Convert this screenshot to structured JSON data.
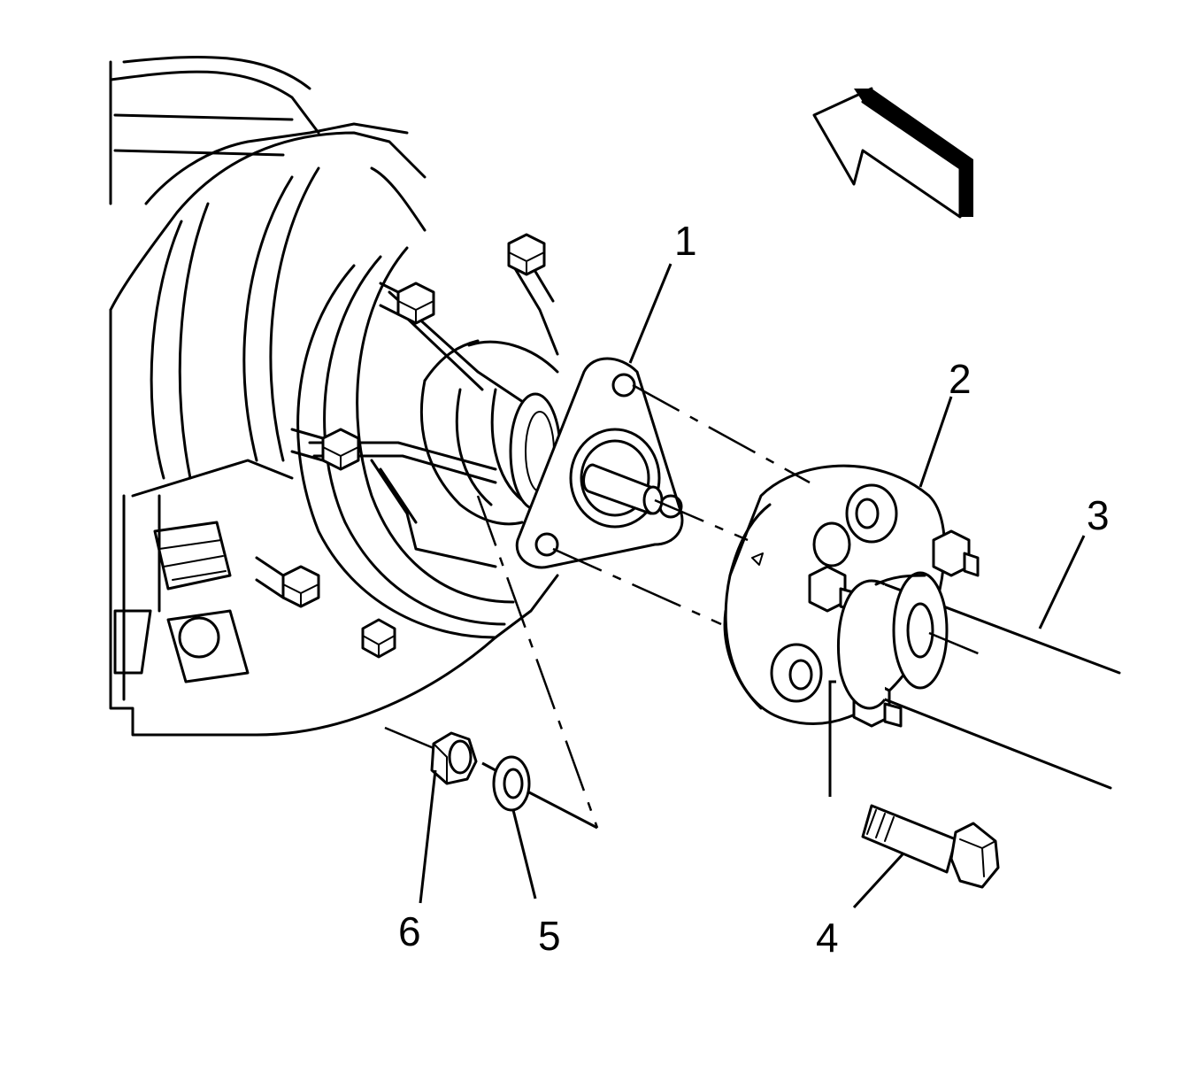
{
  "callouts": [
    {
      "id": "c1",
      "label": "1"
    },
    {
      "id": "c2",
      "label": "2"
    },
    {
      "id": "c3",
      "label": "3"
    },
    {
      "id": "c4",
      "label": "4"
    },
    {
      "id": "c5",
      "label": "5"
    },
    {
      "id": "c6",
      "label": "6"
    }
  ],
  "colors": {
    "line": "#000000",
    "background": "#ffffff"
  }
}
